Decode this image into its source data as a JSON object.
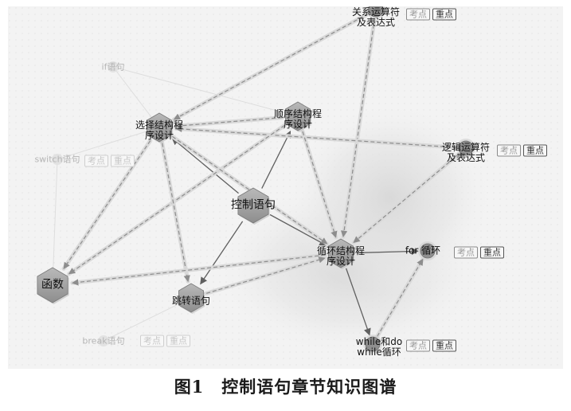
{
  "caption": "图1　控制语句章节知识图谱",
  "tag_labels": {
    "exam": "考点",
    "key": "重点"
  },
  "colors": {
    "panel": "#f3f3f3",
    "node": "#9c9c9c",
    "edge_dashed": "#8d8d8d",
    "edge_solid": "#606060"
  },
  "nodes": [
    {
      "id": "control",
      "lines": [
        "控制语句"
      ],
      "icon": "hexagon-node-icon",
      "size": "large",
      "tags": false
    },
    {
      "id": "select",
      "lines": [
        "选择结构程",
        "序设计"
      ],
      "icon": "hexagon-node-icon",
      "size": "medium",
      "tags": false
    },
    {
      "id": "sequence",
      "lines": [
        "顺序结构程",
        "序设计"
      ],
      "icon": "hexagon-node-icon",
      "size": "medium",
      "tags": false
    },
    {
      "id": "loop",
      "lines": [
        "循环结构程",
        "序设计"
      ],
      "icon": "hexagon-node-icon",
      "size": "medium",
      "tags": false
    },
    {
      "id": "jump",
      "lines": [
        "跳转语句"
      ],
      "icon": "hexagon-node-icon",
      "size": "medium",
      "tags": false
    },
    {
      "id": "function",
      "lines": [
        "函数"
      ],
      "icon": "hexagon-node-icon",
      "size": "large",
      "tags": false
    },
    {
      "id": "relational",
      "lines": [
        "关系运算符",
        "及表达式"
      ],
      "icon": "circle-node-icon",
      "size": "small",
      "tags": true
    },
    {
      "id": "logical",
      "lines": [
        "逻辑运算符",
        "及表达式"
      ],
      "icon": "circle-node-icon",
      "size": "small",
      "tags": true
    },
    {
      "id": "for",
      "lines": [
        "for 循环"
      ],
      "icon": "circle-node-icon",
      "size": "small",
      "tags": true
    },
    {
      "id": "while",
      "lines": [
        "while和do",
        "while循环"
      ],
      "icon": "circle-node-icon",
      "size": "small",
      "tags": true
    }
  ],
  "faded_nodes": [
    {
      "id": "bg-if",
      "lines": [
        "if语句"
      ],
      "tags": false
    },
    {
      "id": "bg-switch",
      "lines": [
        "switch语句"
      ],
      "tags": true
    },
    {
      "id": "bg-break",
      "lines": [
        "break语句"
      ],
      "tags": true
    }
  ],
  "edges": [
    {
      "from": "control",
      "to": "select",
      "style": "solid"
    },
    {
      "from": "control",
      "to": "sequence",
      "style": "solid"
    },
    {
      "from": "control",
      "to": "loop",
      "style": "solid"
    },
    {
      "from": "control",
      "to": "jump",
      "style": "solid"
    },
    {
      "from": "loop",
      "to": "for",
      "style": "solid"
    },
    {
      "from": "loop",
      "to": "while",
      "style": "solid"
    },
    {
      "from": "relational",
      "to": "select",
      "style": "dashed"
    },
    {
      "from": "relational",
      "to": "loop",
      "style": "dashed"
    },
    {
      "from": "logical",
      "to": "select",
      "style": "dashed"
    },
    {
      "from": "logical",
      "to": "loop",
      "style": "dashed"
    },
    {
      "from": "sequence",
      "to": "select",
      "style": "dashed"
    },
    {
      "from": "sequence",
      "to": "loop",
      "style": "dashed"
    },
    {
      "from": "sequence",
      "to": "function",
      "style": "dashed"
    },
    {
      "from": "select",
      "to": "function",
      "style": "dashed"
    },
    {
      "from": "select",
      "to": "jump",
      "style": "dashed"
    },
    {
      "from": "select",
      "to": "loop",
      "style": "dashed"
    },
    {
      "from": "loop",
      "to": "function",
      "style": "dashed"
    },
    {
      "from": "jump",
      "to": "loop",
      "style": "dashed"
    },
    {
      "from": "while",
      "to": "for",
      "style": "dashed"
    }
  ]
}
